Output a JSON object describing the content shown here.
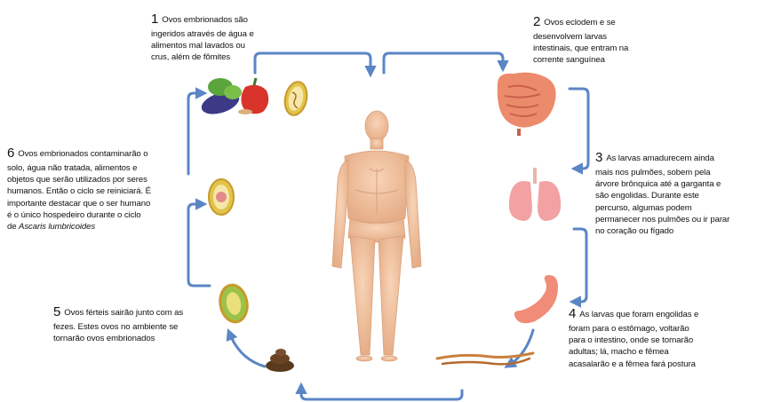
{
  "steps": [
    {
      "number": "1",
      "first_line": "Ovos embrionados são",
      "rest": [
        "ingeridos através de água e",
        "alimentos mal lavados ou",
        "crus, além de fômites"
      ]
    },
    {
      "number": "2",
      "first_line": "Ovos eclodem e se",
      "rest": [
        "desenvolvem larvas",
        "intestinais, que entram na",
        "corrente sanguínea"
      ]
    },
    {
      "number": "3",
      "first_line": "As larvas amadurecem ainda",
      "rest": [
        "mais nos pulmões, sobem pela",
        "árvore brônquica até a garganta e",
        "são engolidas. Durante este",
        "percurso, algumas podem",
        "permanecer nos pulmões ou ir parar",
        "no coração ou fígado"
      ]
    },
    {
      "number": "4",
      "first_line": "As larvas que foram engolidas e",
      "rest": [
        "foram para o estômago, voltarão",
        "para o intestino, onde se tornarão",
        "adultas; lá, macho e fêmea",
        "acasalarão e a fêmea fará postura"
      ]
    },
    {
      "number": "5",
      "first_line": "Ovos férteis sairão junto com as",
      "rest": [
        "fezes. Estes ovos no ambiente se",
        "tornarão ovos embrionados"
      ]
    },
    {
      "number": "6",
      "first_line": "Ovos embrionados contaminarão o",
      "rest": [
        "solo, água não tratada, alimentos e",
        "objetos que serão utilizados por seres",
        "humanos. Então o ciclo se reiniciará. É",
        "importante destacar que o ser humano",
        "é o único hospedeiro durante o ciclo"
      ],
      "last_line_prefix": "de ",
      "species": "Ascaris lumbricoides"
    }
  ],
  "colors": {
    "arrow": "#5b86c5",
    "skin": "#f3c6a4",
    "skin_shadow": "#d9a07c",
    "intestine": "#ec8b6c",
    "lungs": "#f2a2a2",
    "stomach": "#f08c78",
    "egg_shell": "#e2c34a"
  }
}
